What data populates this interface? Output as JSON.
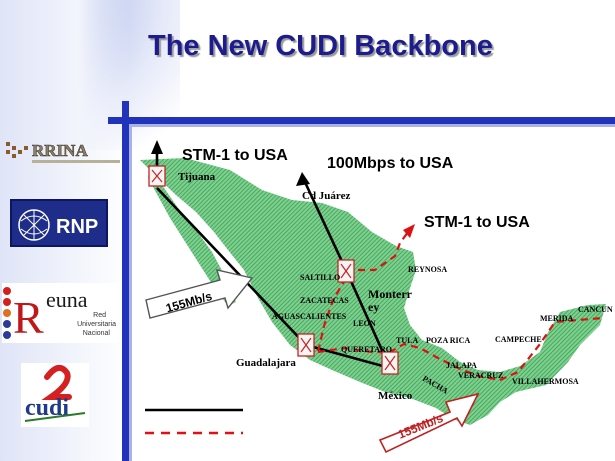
{
  "title": "The New CUDI Backbone",
  "links": {
    "stm1_usa_west": "STM-1 to USA",
    "mbps_usa": "100Mbps to USA",
    "stm1_usa_east": "STM-1 to USA"
  },
  "arrows": {
    "bw_west": "155Mb/s",
    "bw_south": "155Mb/s"
  },
  "cities": {
    "tijuana": "Tijuana",
    "cd_juarez": "Cd Juárez",
    "reynosa": "REYNOSA",
    "saltillo": "SALTILLO",
    "monterrey_1": "Monterr",
    "monterrey_2": "ey",
    "zacatecas": "ZACATECAS",
    "aguascalientes": "AGUASCALIENTES",
    "leon": "LEON",
    "queretaro": "QUERETARO",
    "tula": "TULA",
    "poza_rica": "POZA RICA",
    "campeche": "CAMPECHE",
    "merida": "MERIDA",
    "cancun": "CANCUN",
    "jalapa": "JALAPA",
    "veracruz": "VERACRUZ",
    "villahermosa": "VILLAHERMOSA",
    "guadalajara": "Guadalajara",
    "mexico": "México",
    "pacha": "PACHA"
  },
  "logos": {
    "rrina_text": "RRINA",
    "rnp_text": "RNP",
    "reuna_letter": "R",
    "reuna_text": "euna",
    "reuna_sub_1": "Red",
    "reuna_sub_2": "Universitaria",
    "reuna_sub_3": "Nacional",
    "cudi_text": "cudi"
  },
  "colors": {
    "title": "#1c1c8e",
    "accent_bar": "#2233bb",
    "map_fill": "#3db35f",
    "dashed_link": "#dd1111",
    "solid_link": "#000000"
  },
  "icons": {
    "node": "x-box-icon",
    "arrow": "block-arrow-icon",
    "up_arrow": "arrow-up-icon"
  }
}
